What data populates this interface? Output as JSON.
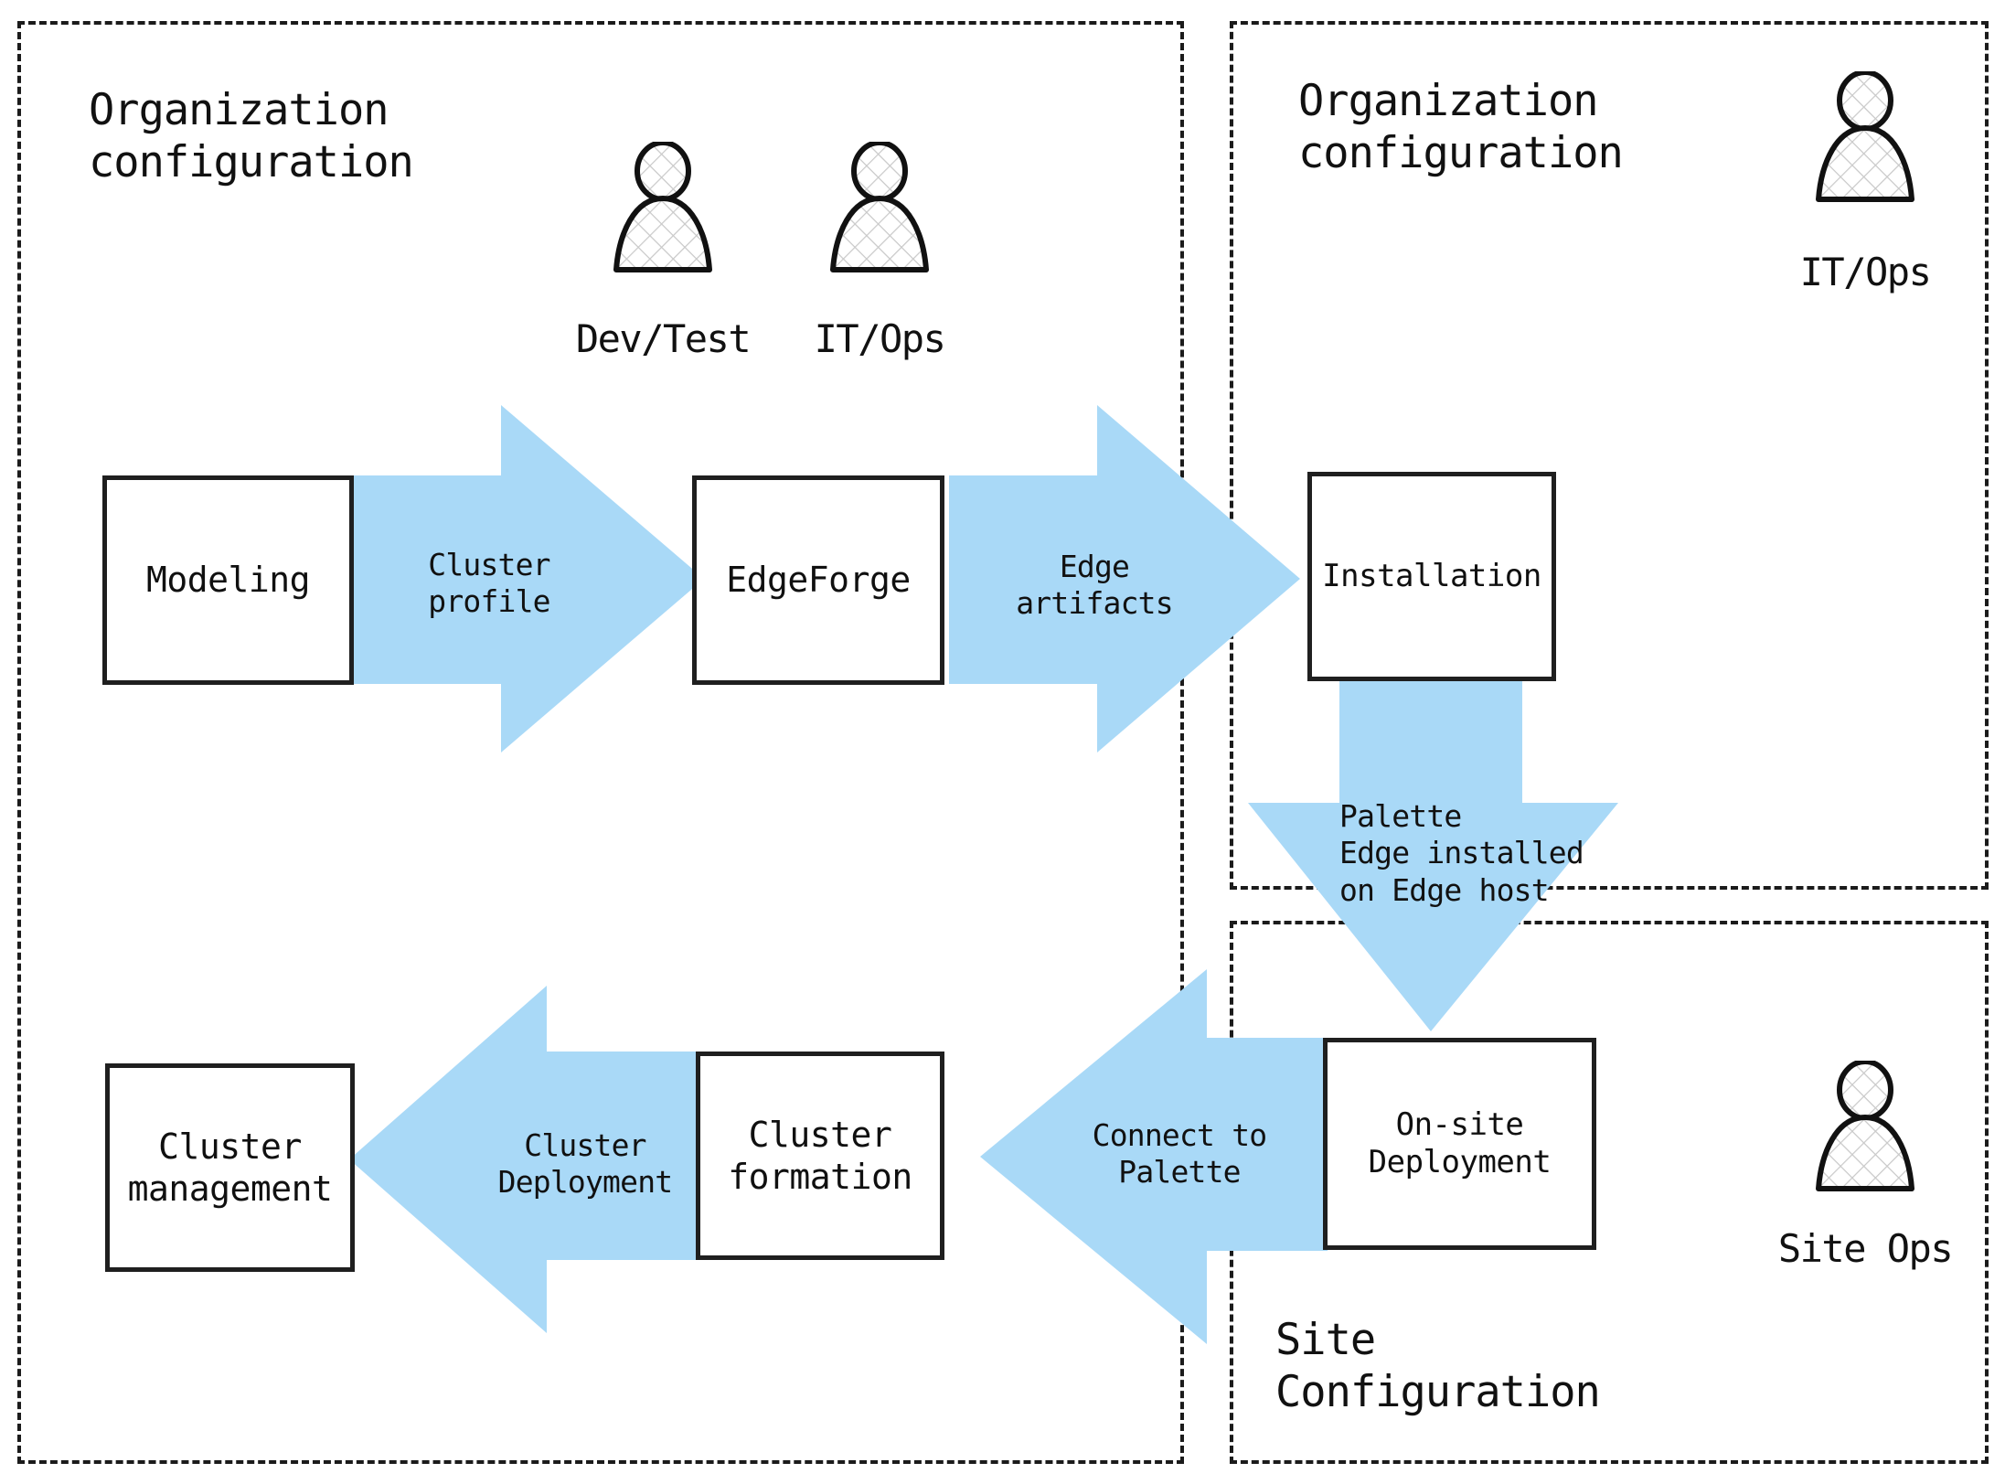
{
  "diagram": {
    "title": "Palette Edge deployment workflow",
    "accent_color": "#a9d9f7",
    "line_color": "#1f1f1f",
    "background": "#ffffff"
  },
  "zones": [
    {
      "id": "org-left",
      "title": "Organization\nconfiguration"
    },
    {
      "id": "org-right",
      "title": "Organization\nconfiguration"
    },
    {
      "id": "site",
      "title": "Site\nConfiguration"
    }
  ],
  "personas": [
    {
      "id": "dev-test",
      "label": "Dev/Test",
      "icon": "person-icon"
    },
    {
      "id": "it-ops-1",
      "label": "IT/Ops",
      "icon": "person-icon"
    },
    {
      "id": "it-ops-2",
      "label": "IT/Ops",
      "icon": "person-icon"
    },
    {
      "id": "site-ops",
      "label": "Site Ops",
      "icon": "person-icon"
    }
  ],
  "nodes": [
    {
      "id": "modeling",
      "label": "Modeling"
    },
    {
      "id": "edgeforge",
      "label": "EdgeForge"
    },
    {
      "id": "installation",
      "label": "Installation"
    },
    {
      "id": "onsite",
      "label": "On-site\nDeployment"
    },
    {
      "id": "formation",
      "label": "Cluster\nformation"
    },
    {
      "id": "management",
      "label": "Cluster\nmanagement"
    }
  ],
  "flows": [
    {
      "id": "cluster-profile",
      "label": "Cluster\nprofile",
      "from": "modeling",
      "to": "edgeforge",
      "direction": "right"
    },
    {
      "id": "edge-artifacts",
      "label": "Edge\nartifacts",
      "from": "edgeforge",
      "to": "installation",
      "direction": "right"
    },
    {
      "id": "palette-edge",
      "label": "Palette\nEdge installed\non Edge host",
      "from": "installation",
      "to": "onsite",
      "direction": "down"
    },
    {
      "id": "connect-palette",
      "label": "Connect to\nPalette",
      "from": "onsite",
      "to": "formation",
      "direction": "left"
    },
    {
      "id": "cluster-deploy",
      "label": "Cluster\nDeployment",
      "from": "formation",
      "to": "management",
      "direction": "left"
    }
  ]
}
